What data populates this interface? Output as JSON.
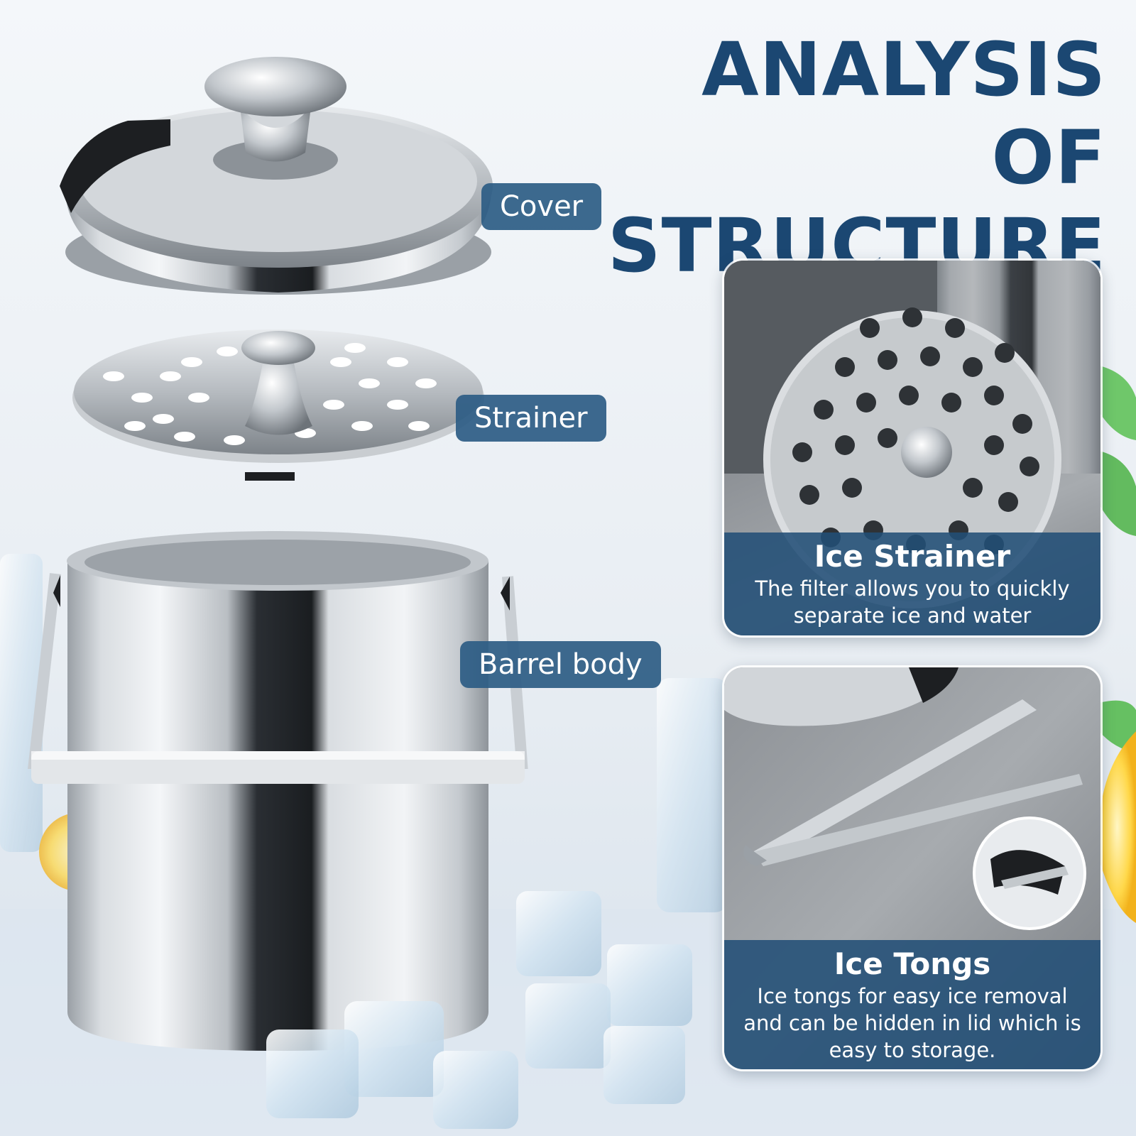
{
  "headline": {
    "line1": "ANALYSIS OF",
    "line2": "STRUCTURE"
  },
  "callouts": {
    "cover": "Cover",
    "strainer": "Strainer",
    "barrel": "Barrel body"
  },
  "cards": {
    "strainer": {
      "title": "Ice Strainer",
      "description": "The filter allows you to quickly separate ice and water"
    },
    "tongs": {
      "title": "Ice Tongs",
      "description": "Ice tongs for easy ice removal and can be hidden in lid which is easy to storage."
    }
  },
  "colors": {
    "headline": "#1b4772",
    "label_bg": "#2d5c84",
    "caption_bg": "#224e76",
    "steel_light": "#eef1f4",
    "steel_dark": "#1e2226"
  }
}
